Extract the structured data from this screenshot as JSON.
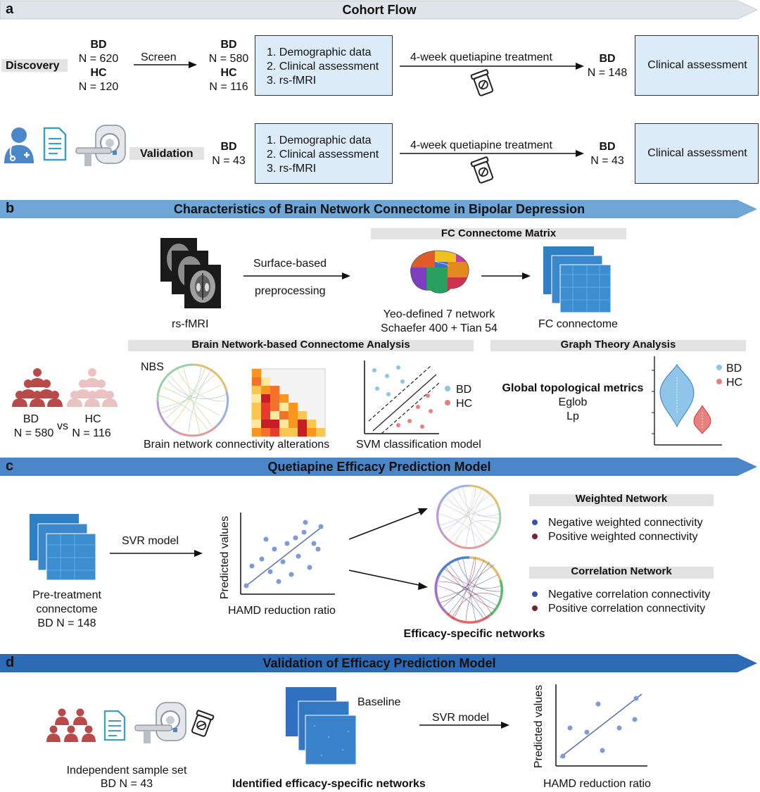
{
  "colors": {
    "banner_light": "#dfe3ea",
    "banner_blue": "#6fa6d8",
    "banner_mid": "#4a86c8",
    "banner_dark": "#2e6bb6",
    "box_fill": "#dcebf8",
    "bd_red": "#b84a4a",
    "hc_pink": "#ebc2c2",
    "bd_blue": "#8ec5e8",
    "hc_red": "#e88080",
    "point_blue": "#7f9bd4"
  },
  "panel_a": {
    "letter": "a",
    "title": "Cohort Flow",
    "discovery_label": "Discovery",
    "validation_label": "Validation",
    "bd": "BD",
    "hc": "HC",
    "n620": "N = 620",
    "n120": "N = 120",
    "screen": "Screen",
    "n580": "N = 580",
    "n116": "N = 116",
    "items": [
      "1. Demographic data",
      "2. Clinical assessment",
      "3. rs-fMRI"
    ],
    "treatment": "4-week quetiapine treatment",
    "n148": "N = 148",
    "n43": "N = 43",
    "clinical": "Clinical assessment"
  },
  "panel_b": {
    "letter": "b",
    "title": "Characteristics of Brain Network Connectome in Bipolar Depression",
    "rsfmri": "rs-fMRI",
    "pre1": "Surface-based",
    "pre2": "preprocessing",
    "fc_matrix_title": "FC Connectome Matrix",
    "yeo": "Yeo-defined 7 network",
    "schaefer": "Schaefer 400 + Tian 54",
    "fc_connectome": "FC connectome",
    "bn_title": "Brain Network-based Connectome Analysis",
    "graph_title": "Graph Theory Analysis",
    "nbs": "NBS",
    "bd": "BD",
    "hc": "HC",
    "vs": "vs",
    "n580": "N = 580",
    "n116": "N = 116",
    "alterations": "Brain network connectivity alterations",
    "svm": "SVM classification model",
    "global": "Global topological metrics",
    "eglob": "Eglob",
    "lp": "Lp"
  },
  "panel_c": {
    "letter": "c",
    "title": "Quetiapine Efficacy Prediction Model",
    "pre1": "Pre-treatment",
    "pre2": "connectome",
    "pre3": "BD N = 148",
    "svr": "SVR model",
    "ylabel": "Predicted values",
    "xlabel": "HAMD reduction ratio",
    "efficacy": "Efficacy-specific networks",
    "weighted_title": "Weighted Network",
    "neg_w": "Negative weighted connectivity",
    "pos_w": "Positive weighted connectivity",
    "corr_title": "Correlation Network",
    "neg_c": "Negative correlation connectivity",
    "pos_c": "Positive correlation connectivity"
  },
  "panel_d": {
    "letter": "d",
    "title": "Validation of Efficacy Prediction Model",
    "baseline": "Baseline",
    "svr": "SVR model",
    "indep": "Independent sample set",
    "bdn": "BD N = 43",
    "identified": "Identified efficacy-specific networks",
    "ylabel": "Predicted values",
    "xlabel": "HAMD reduction ratio"
  }
}
